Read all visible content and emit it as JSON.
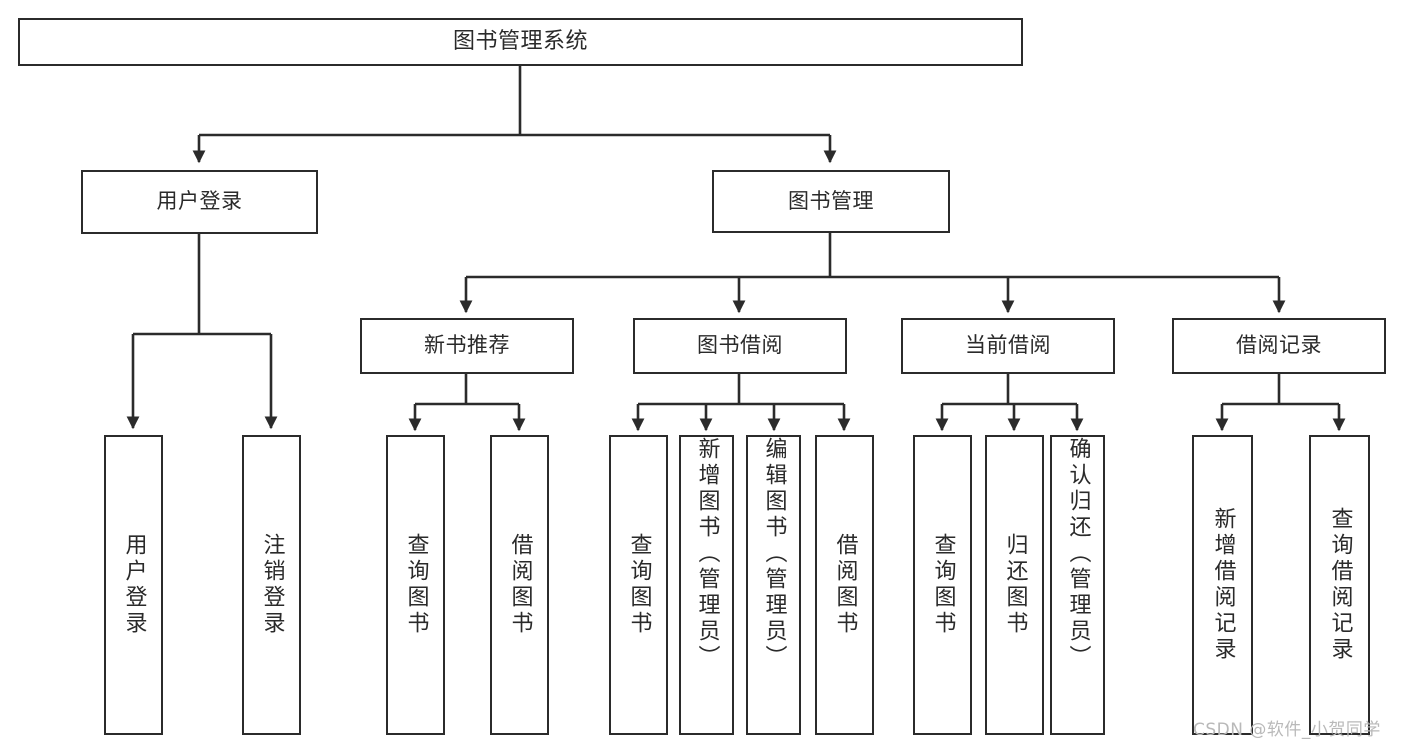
{
  "diagram": {
    "title": "图书管理系统",
    "type": "hierarchy-tree",
    "watermark": "CSDN @软件_小贺同学",
    "colors": {
      "box_border": "#2b2b2b",
      "box_fill": "#ffffff",
      "line": "#2b2b2b",
      "text": "#2a2a2a",
      "watermark": "#b9b9b9",
      "background": "#ffffff"
    },
    "root": {
      "label": "图书管理系统"
    },
    "level1": [
      {
        "label": "用户登录"
      },
      {
        "label": "图书管理"
      }
    ],
    "level2": [
      {
        "label": "新书推荐"
      },
      {
        "label": "图书借阅"
      },
      {
        "label": "当前借阅"
      },
      {
        "label": "借阅记录"
      }
    ],
    "leaves": {
      "user_login": [
        {
          "label": "用户登录"
        },
        {
          "label": "注销登录"
        }
      ],
      "new_book_recommend": [
        {
          "label": "查询图书"
        },
        {
          "label": "借阅图书"
        }
      ],
      "book_borrow": [
        {
          "label": "查询图书"
        },
        {
          "label": "新增图书（管理员）"
        },
        {
          "label": "编辑图书（管理员）"
        },
        {
          "label": "借阅图书"
        }
      ],
      "current_borrow": [
        {
          "label": "查询图书"
        },
        {
          "label": "归还图书"
        },
        {
          "label": "确认归还（管理员）"
        }
      ],
      "borrow_record": [
        {
          "label": "新增借阅记录"
        },
        {
          "label": "查询借阅记录"
        }
      ]
    }
  }
}
